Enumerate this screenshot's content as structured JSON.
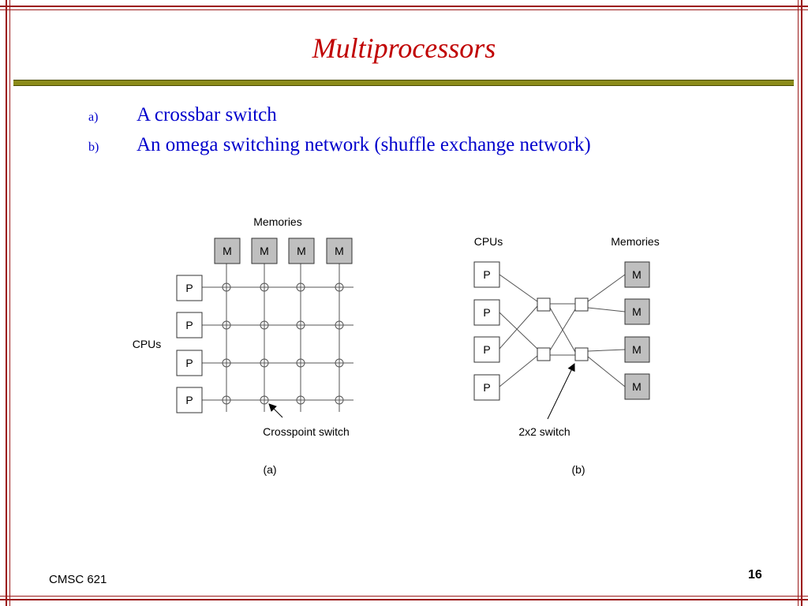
{
  "slide": {
    "title": "Multiprocessors",
    "bullets": [
      {
        "marker": "a)",
        "text": "A crossbar switch"
      },
      {
        "marker": "b)",
        "text": "An omega switching network (shuffle exchange network)"
      }
    ],
    "footer_left": "CMSC 621",
    "page_number": "16"
  },
  "diagram_a": {
    "memories_label": "Memories",
    "cpus_label": "CPUs",
    "memory_box_label": "M",
    "cpu_box_label": "P",
    "crosspoint_label": "Crosspoint switch",
    "caption": "(a)"
  },
  "diagram_b": {
    "cpus_label": "CPUs",
    "memories_label": "Memories",
    "memory_box_label": "M",
    "cpu_box_label": "P",
    "switch_label": "2x2 switch",
    "caption": "(b)"
  },
  "colors": {
    "title": "#c00000",
    "bullet_text": "#0000cc",
    "frame": "#9b1c1c",
    "title_bar": "#8c8c1a",
    "memory_fill": "#bfbfbf"
  }
}
